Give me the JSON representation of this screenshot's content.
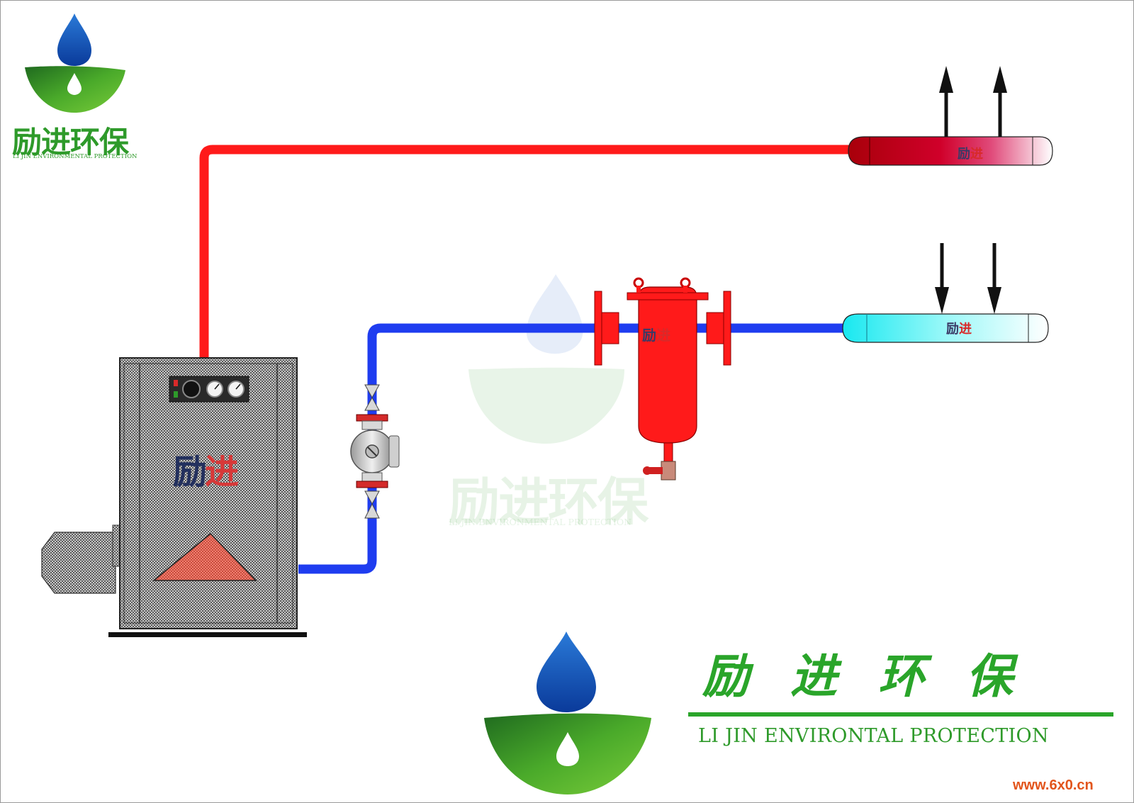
{
  "brand": {
    "name_cn": "励进环保",
    "name_en_small": "LI JIN ENVIRONMENTAL PROTECTION",
    "name_en_large": "LI JIN ENVIRONTAL PROTECTION",
    "short_part1": "励",
    "short_part2": "进"
  },
  "watermark": {
    "name_cn": "励进环保",
    "name_en": "LI JIN ENVIRONMENTAL PROTECTION"
  },
  "website": "www.6x0.cn",
  "icons": {
    "logo": "water-drop-leaf-logo",
    "boiler": "boiler-icon",
    "burner": "burner-icon",
    "pump": "circulation-pump-icon",
    "valve": "gate-valve-icon",
    "separator": "dirt-air-separator-icon",
    "header_supply": "supply-manifold-icon",
    "header_return": "return-manifold-icon",
    "arrow_up": "arrow-up-icon",
    "arrow_down": "arrow-down-icon"
  },
  "colors": {
    "hot_pipe": "#ff1a1a",
    "cold_pipe": "#1f3df0",
    "brand_green": "#2e9a2a",
    "separator_red": "#ff1a1a",
    "supply_header_dark": "#b0000c",
    "return_header_cyan": "#2af0f0"
  }
}
